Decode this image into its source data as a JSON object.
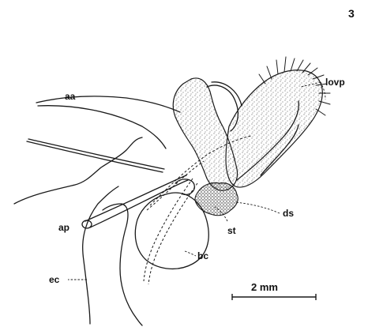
{
  "plate_number": "3",
  "labels": {
    "aa": "aa",
    "lovp": "lovp",
    "ap": "ap",
    "ds": "ds",
    "st": "st",
    "bc": "bc",
    "ec": "ec"
  },
  "scale_bar": {
    "label": "2 mm"
  },
  "colors": {
    "ink": "#1a1a1a",
    "background": "#ffffff"
  }
}
